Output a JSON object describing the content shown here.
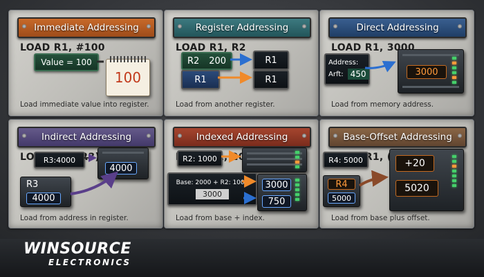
{
  "panels": {
    "immediate": {
      "title": "Immediate Addressing",
      "instr": "LOAD R1, #100",
      "value_box": "Value = 100",
      "calendar": "100",
      "desc": "Load immediate value into register."
    },
    "register": {
      "title": "Register Addressing",
      "instr": "LOAD R1, R2",
      "src_label": "R2",
      "src_value": "200",
      "dst_top": "R1",
      "src2": "R1",
      "dst_bottom": "R1",
      "desc": "Load from another register."
    },
    "direct": {
      "title": "Direct Addressing",
      "instr": "LOAD R1, 3000",
      "addr_label": "Address:",
      "addr_name": "Arft:",
      "addr_value": "450",
      "mem_value": "3000",
      "desc": "Load from memory address."
    },
    "indirect": {
      "title": "Indirect Addressing",
      "instr": "LOAD R1, (R3)",
      "ptr_box": "R3:4000",
      "mem_value": "4000",
      "reg_label": "R3",
      "reg_value": "4000",
      "desc": "Load from address in register."
    },
    "indexed": {
      "title": "Indexed Addressing",
      "instr": "LOAD R1, 2000(R2)",
      "r2_box": "R2: 1000",
      "calc": "Base: 2000 + R2: 1000",
      "sum": "3000",
      "target": "3000",
      "result": "750",
      "desc": "Load from base + index."
    },
    "baseoffset": {
      "title": "Base-Offset Addressing",
      "instr": "LOAD R1, (R4+20)",
      "r4_box": "R4: 5000",
      "offset": "+20",
      "reg_label": "R4",
      "reg_value": "5000",
      "result": "5020",
      "desc": "Load from base plus offset."
    }
  },
  "brand": {
    "name": "WINSOURCE",
    "sub": "ELECTRONICS"
  },
  "colors": {
    "orange": "#c86a2a",
    "teal": "#3d7a80",
    "blue": "#3a5f90",
    "purple": "#655a8a",
    "red": "#a6452e",
    "brown": "#8a6646",
    "arrow_orange": "#f08a2a",
    "arrow_blue": "#2b6fd0",
    "arrow_purple": "#5a3f8a",
    "arrow_brown": "#8a4a2a"
  }
}
